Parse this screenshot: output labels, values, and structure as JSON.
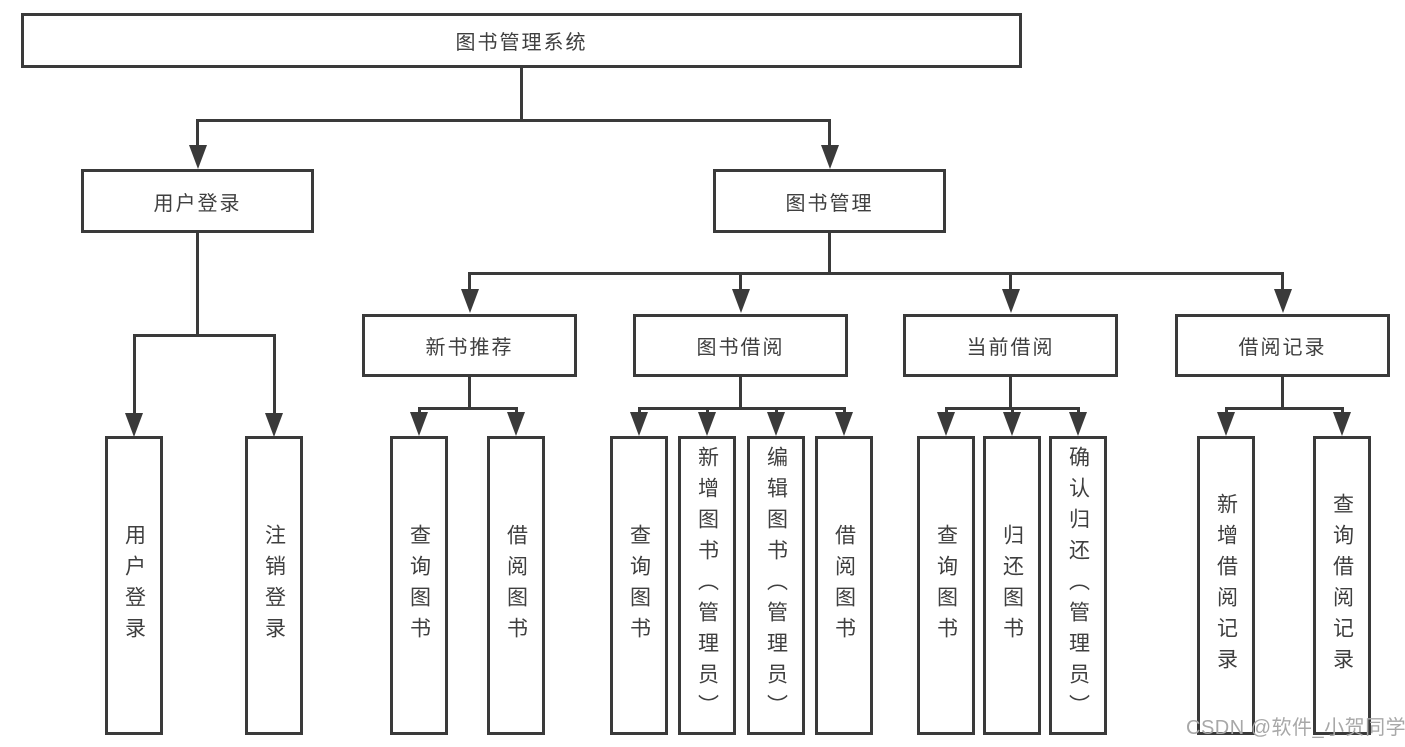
{
  "colors": {
    "line": "#3a3a3a",
    "text": "#3f3f3f",
    "watermark": "#a8a8a8"
  },
  "watermark": {
    "text": "CSDN @软件_小贺同学"
  },
  "tree": {
    "root": {
      "label": "图书管理系统",
      "children": [
        {
          "label": "用户登录",
          "children": [
            {
              "label": "用户登录"
            },
            {
              "label": "注销登录"
            }
          ]
        },
        {
          "label": "图书管理",
          "children": [
            {
              "label": "新书推荐",
              "children": [
                {
                  "label": "查询图书"
                },
                {
                  "label": "借阅图书"
                }
              ]
            },
            {
              "label": "图书借阅",
              "children": [
                {
                  "label": "查询图书"
                },
                {
                  "label": "新增图书（管理员）"
                },
                {
                  "label": "编辑图书（管理员）"
                },
                {
                  "label": "借阅图书"
                }
              ]
            },
            {
              "label": "当前借阅",
              "children": [
                {
                  "label": "查询图书"
                },
                {
                  "label": "归还图书"
                },
                {
                  "label": "确认归还（管理员）"
                }
              ]
            },
            {
              "label": "借阅记录",
              "children": [
                {
                  "label": "新增借阅记录"
                },
                {
                  "label": "查询借阅记录"
                }
              ]
            }
          ]
        }
      ]
    }
  }
}
